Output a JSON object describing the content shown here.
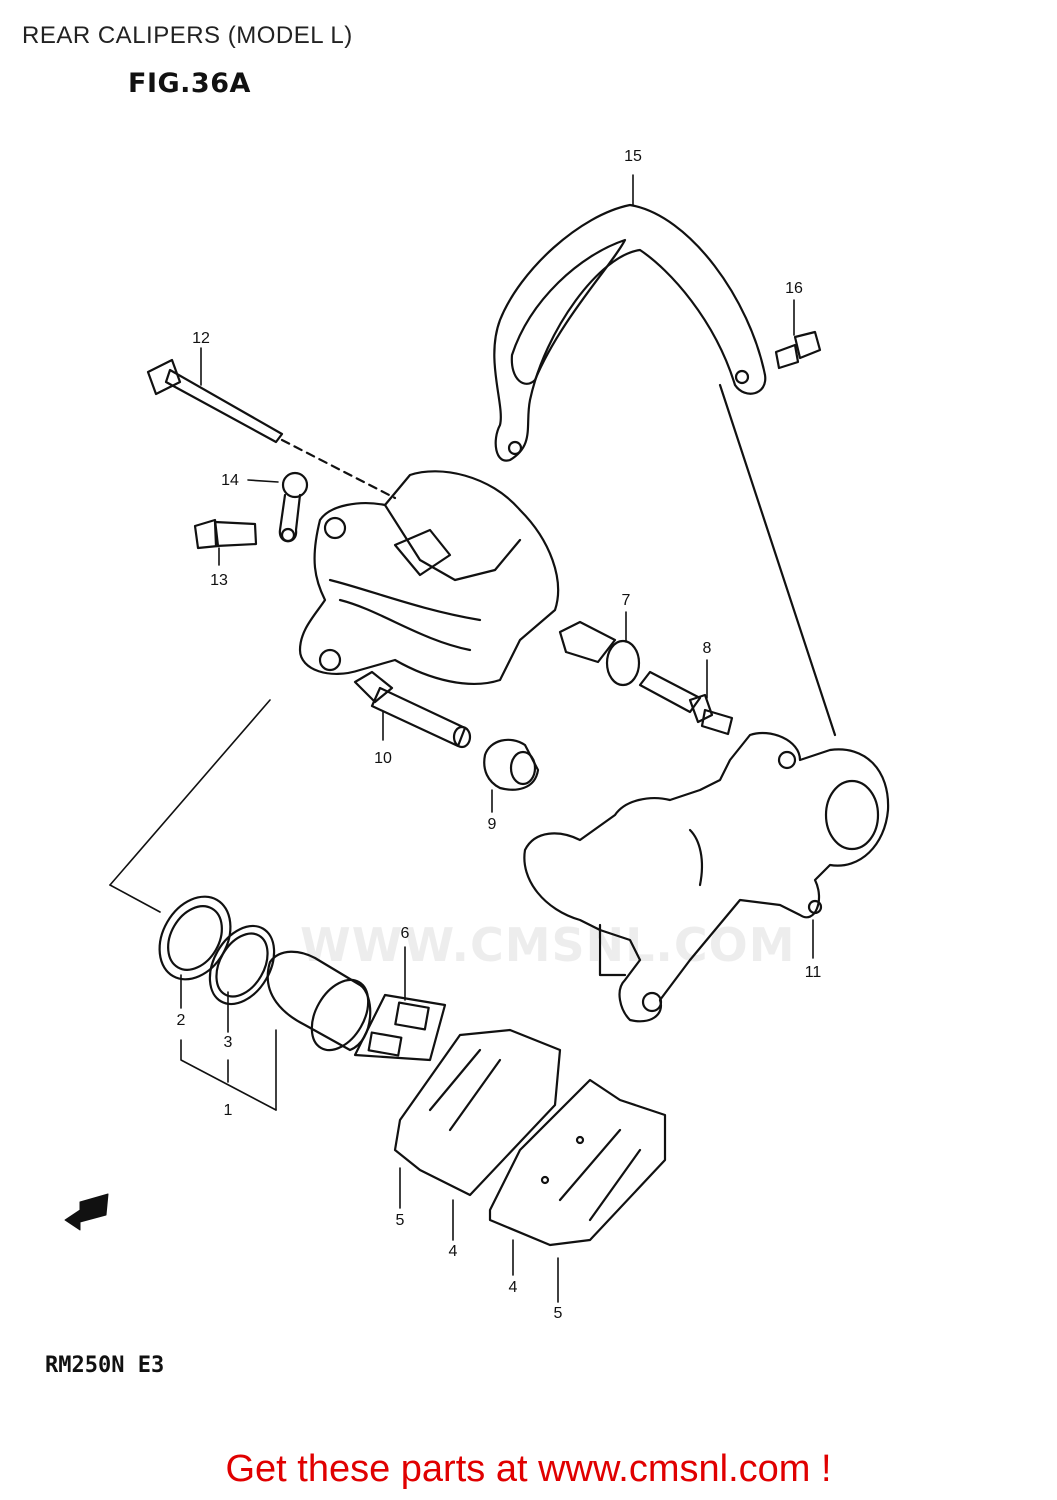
{
  "header": {
    "title": "REAR CALIPERS (MODEL L)",
    "figure": "FIG.36A"
  },
  "callouts": [
    {
      "id": "c1",
      "label": "1"
    },
    {
      "id": "c2",
      "label": "2"
    },
    {
      "id": "c3",
      "label": "3"
    },
    {
      "id": "c4a",
      "label": "4"
    },
    {
      "id": "c4b",
      "label": "4"
    },
    {
      "id": "c5a",
      "label": "5"
    },
    {
      "id": "c5b",
      "label": "5"
    },
    {
      "id": "c6",
      "label": "6"
    },
    {
      "id": "c7",
      "label": "7"
    },
    {
      "id": "c8",
      "label": "8"
    },
    {
      "id": "c9",
      "label": "9"
    },
    {
      "id": "c10",
      "label": "10"
    },
    {
      "id": "c11",
      "label": "11"
    },
    {
      "id": "c12",
      "label": "12"
    },
    {
      "id": "c13",
      "label": "13"
    },
    {
      "id": "c14",
      "label": "14"
    },
    {
      "id": "c15",
      "label": "15"
    },
    {
      "id": "c16",
      "label": "16"
    }
  ],
  "direction_icon": "FWD",
  "watermark": "WWW.CMSNL.COM",
  "model_code": "RM250N E3",
  "footer": {
    "cta": "Get these parts at www.cmsnl.com !",
    "color": "#e00000"
  }
}
